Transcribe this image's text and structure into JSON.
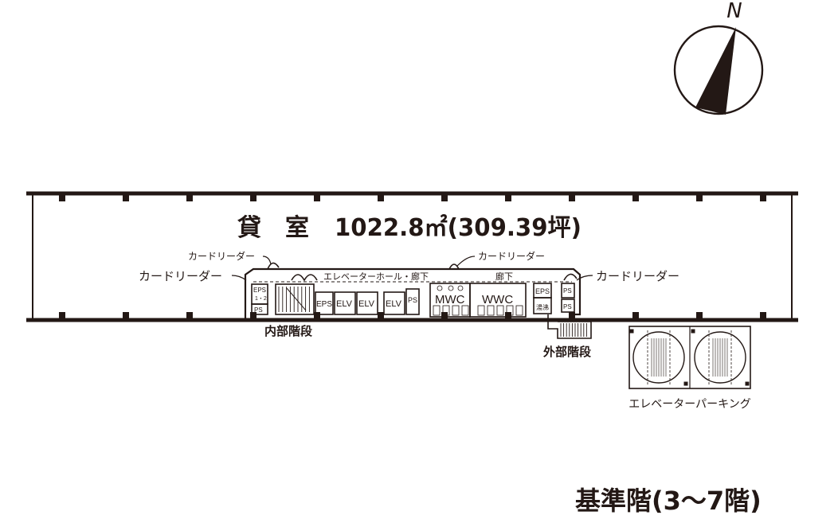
{
  "compass": {
    "label": "N",
    "icon": "north-arrow-icon"
  },
  "floor_title": "基準階(3〜7階)",
  "tenant_area": {
    "name": "貸　室",
    "area": "1022.8㎡(309.39坪)"
  },
  "labels": {
    "card_reader": "カードリーダー",
    "elevator_hall": "エレベーターホール・廊下",
    "corridor": "廊下",
    "internal_stairs": "内部階段",
    "external_stairs": "外部階段",
    "elevator_parking": "エレベーターパーキング"
  },
  "rooms": {
    "eps": "EPS",
    "eps_stack": "EPS\n1・2",
    "ps": "PS",
    "elv": "ELV",
    "mwc": "MWC",
    "wwc": "WWC",
    "sink": "湯沸"
  },
  "colors": {
    "ink": "#231815",
    "paper": "#ffffff"
  }
}
